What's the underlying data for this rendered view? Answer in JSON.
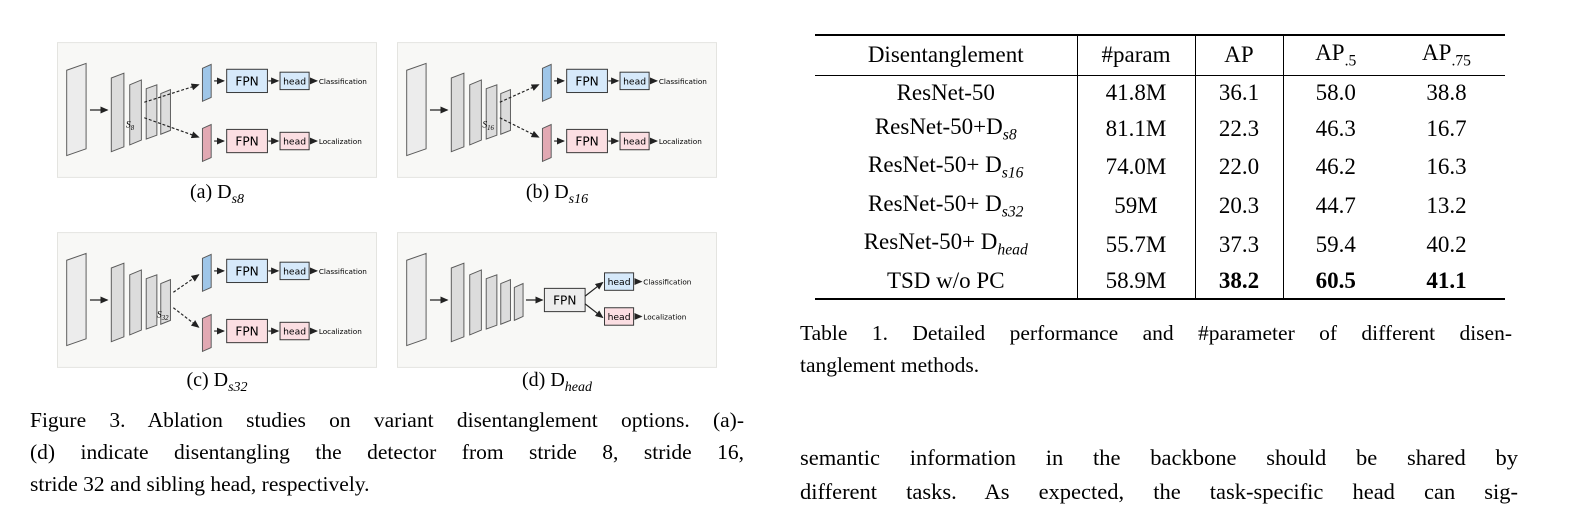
{
  "figure": {
    "labels": {
      "fpn": "FPN",
      "head": "head",
      "classification": "Classification",
      "localization": "Localization"
    },
    "panels": [
      {
        "id": "a",
        "caption_main": "(a) D",
        "caption_sub": "s8",
        "stride": "S",
        "stride_sub": "8",
        "split_stage": 1,
        "type": "dual"
      },
      {
        "id": "b",
        "caption_main": "(b) D",
        "caption_sub": "s16",
        "stride": "S",
        "stride_sub": "16",
        "split_stage": 2,
        "type": "dual"
      },
      {
        "id": "c",
        "caption_main": "(c) D",
        "caption_sub": "s32",
        "stride": "S",
        "stride_sub": "32",
        "split_stage": 3,
        "type": "dual"
      },
      {
        "id": "d",
        "caption_main": "(d) D",
        "caption_sub": "head",
        "type": "head"
      }
    ],
    "caption_lines": [
      "Figure 3. Ablation studies on variant disentanglement options. (a)-",
      "(d) indicate disentangling the detector from stride 8, stride 16,",
      "stride 32 and sibling head, respectively."
    ]
  },
  "table": {
    "headers": [
      {
        "text": "Disentanglement",
        "sub": ""
      },
      {
        "text": "#param",
        "sub": ""
      },
      {
        "text": "AP",
        "sub": ""
      },
      {
        "text": "AP",
        "sub": ".5"
      },
      {
        "text": "AP",
        "sub": ".75"
      }
    ],
    "rows": [
      {
        "name": "ResNet-50",
        "sub": "",
        "param": "41.8M",
        "ap": "36.1",
        "ap5": "58.0",
        "ap75": "38.8",
        "bold": false
      },
      {
        "name": "ResNet-50+D",
        "sub": "s8",
        "param": "81.1M",
        "ap": "22.3",
        "ap5": "46.3",
        "ap75": "16.7",
        "bold": false
      },
      {
        "name": "ResNet-50+ D",
        "sub": "s16",
        "param": "74.0M",
        "ap": "22.0",
        "ap5": "46.2",
        "ap75": "16.3",
        "bold": false
      },
      {
        "name": "ResNet-50+ D",
        "sub": "s32",
        "param": "59M",
        "ap": "20.3",
        "ap5": "44.7",
        "ap75": "13.2",
        "bold": false
      },
      {
        "name": "ResNet-50+ D",
        "sub": "head",
        "param": "55.7M",
        "ap": "37.3",
        "ap5": "59.4",
        "ap75": "40.2",
        "bold": false
      },
      {
        "name": "TSD w/o PC",
        "sub": "",
        "param": "58.9M",
        "ap": "38.2",
        "ap5": "60.5",
        "ap75": "41.1",
        "bold": true
      }
    ],
    "caption_lines": [
      "Table 1. Detailed performance and #parameter of different disen-",
      "tanglement methods."
    ]
  },
  "body_text": {
    "lines": [
      "semantic information in the backbone should be shared by",
      "different tasks. As expected, the task-specific head can sig-"
    ]
  },
  "colors": {
    "cls_slab": "#9fc6e8",
    "cls_box": "#d6e9fa",
    "loc_slab": "#e2a9b3",
    "loc_box": "#fbdee2",
    "backbone": "#dcdcdc",
    "input": "#ececec",
    "fpn_shared": "#ededed",
    "panel_bg": "#f8f8f6"
  }
}
